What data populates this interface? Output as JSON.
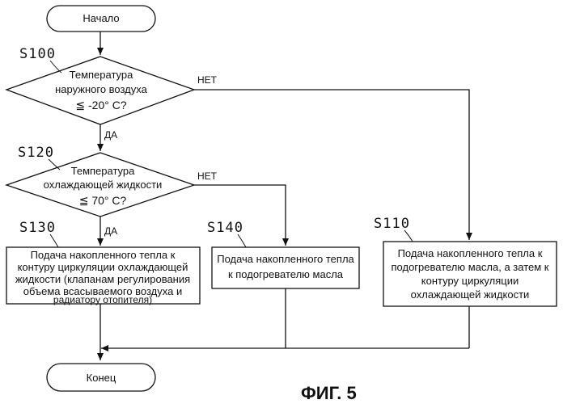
{
  "figure": {
    "title": "ФИГ. 5"
  },
  "steps": {
    "s100": "S100",
    "s110": "S110",
    "s120": "S120",
    "s130": "S130",
    "s140": "S140"
  },
  "nodes": {
    "start": [
      "Начало"
    ],
    "decision1": [
      "Температура",
      "наружного воздуха",
      "≦ -20° C?"
    ],
    "decision2": [
      "Температура",
      "охлаждающей жидкости",
      "≦ 70° C?"
    ],
    "box130": [
      "Подача накопленного тепла к",
      "контуру циркуляции охлаждающей",
      "жидкости (клапанам регулирования",
      "объема всасываемого воздуха и",
      "радиатору отопителя)"
    ],
    "box140": [
      "Подача накопленного тепла",
      "к подогревателю масла"
    ],
    "box110": [
      "Подача накопленного тепла к",
      "подогревателю масла, а затем к",
      "контуру циркуляции",
      "охлаждающей жидкости"
    ],
    "end": [
      "Конец"
    ]
  },
  "branches": {
    "d1_yes": "ДА",
    "d1_no": "НЕТ",
    "d2_yes": "ДА",
    "d2_no": "НЕТ"
  }
}
